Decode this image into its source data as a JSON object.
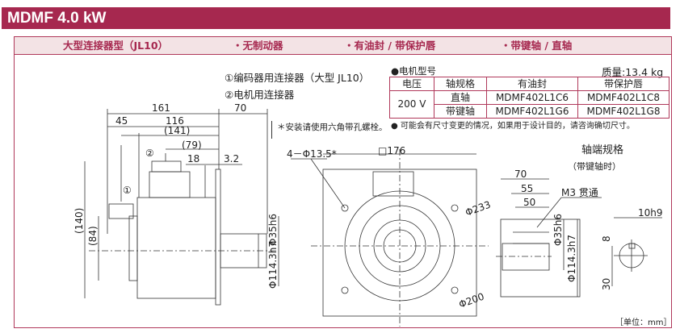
{
  "header": {
    "title": "MDMF   4.0 kW"
  },
  "subheader": {
    "items": [
      "大型连接器型（JL10）",
      "・无制动器",
      "・有油封 / 带保护唇",
      "・带键轴 / 直轴"
    ]
  },
  "legend": {
    "item1": "①编码器用连接器（大型 JL10）",
    "item2": "②电机用连接器",
    "install_note": "＊安装请使用六角带孔螺栓。"
  },
  "model": {
    "title": "●电机型号",
    "mass": "质量:13.4 kg",
    "headers": [
      "电压",
      "轴规格",
      "有油封",
      "带保护唇"
    ],
    "voltage": "200 V",
    "rows": [
      {
        "shaft": "直轴",
        "oil": "MDMF402L1C6",
        "lip": "MDMF402L1C8"
      },
      {
        "shaft": "带键轴",
        "oil": "MDMF402L1G6",
        "lip": "MDMF402L1G8"
      }
    ],
    "footnote": "● 可能会有尺寸变更的情况，如果用于设计目的，请咨询确切尺寸。"
  },
  "dims": {
    "d161": "161",
    "d70": "70",
    "d45": "45",
    "d116": "116",
    "d141": "(141)",
    "d79": "(79)",
    "d18": "18",
    "d32": "3.2",
    "d140": "(140)",
    "d84": "(84)",
    "c1": "①",
    "c2": "②",
    "phi35": "Φ35h6",
    "phi114": "Φ114.3h7",
    "holes": "4－Φ13.5*",
    "sq176": "□176",
    "phi233": "Φ233",
    "phi200": "Φ200"
  },
  "shaft": {
    "title": "轴端规格",
    "subtitle": "（带键轴时）",
    "d70": "70",
    "d55": "55",
    "d50": "50",
    "m3": "M3 贯通",
    "phi35": "Φ35h6",
    "phi114": "Φ114.3h7",
    "key": "10h9",
    "d8": "8",
    "d30": "30"
  },
  "unit": "［单位：mm］"
}
